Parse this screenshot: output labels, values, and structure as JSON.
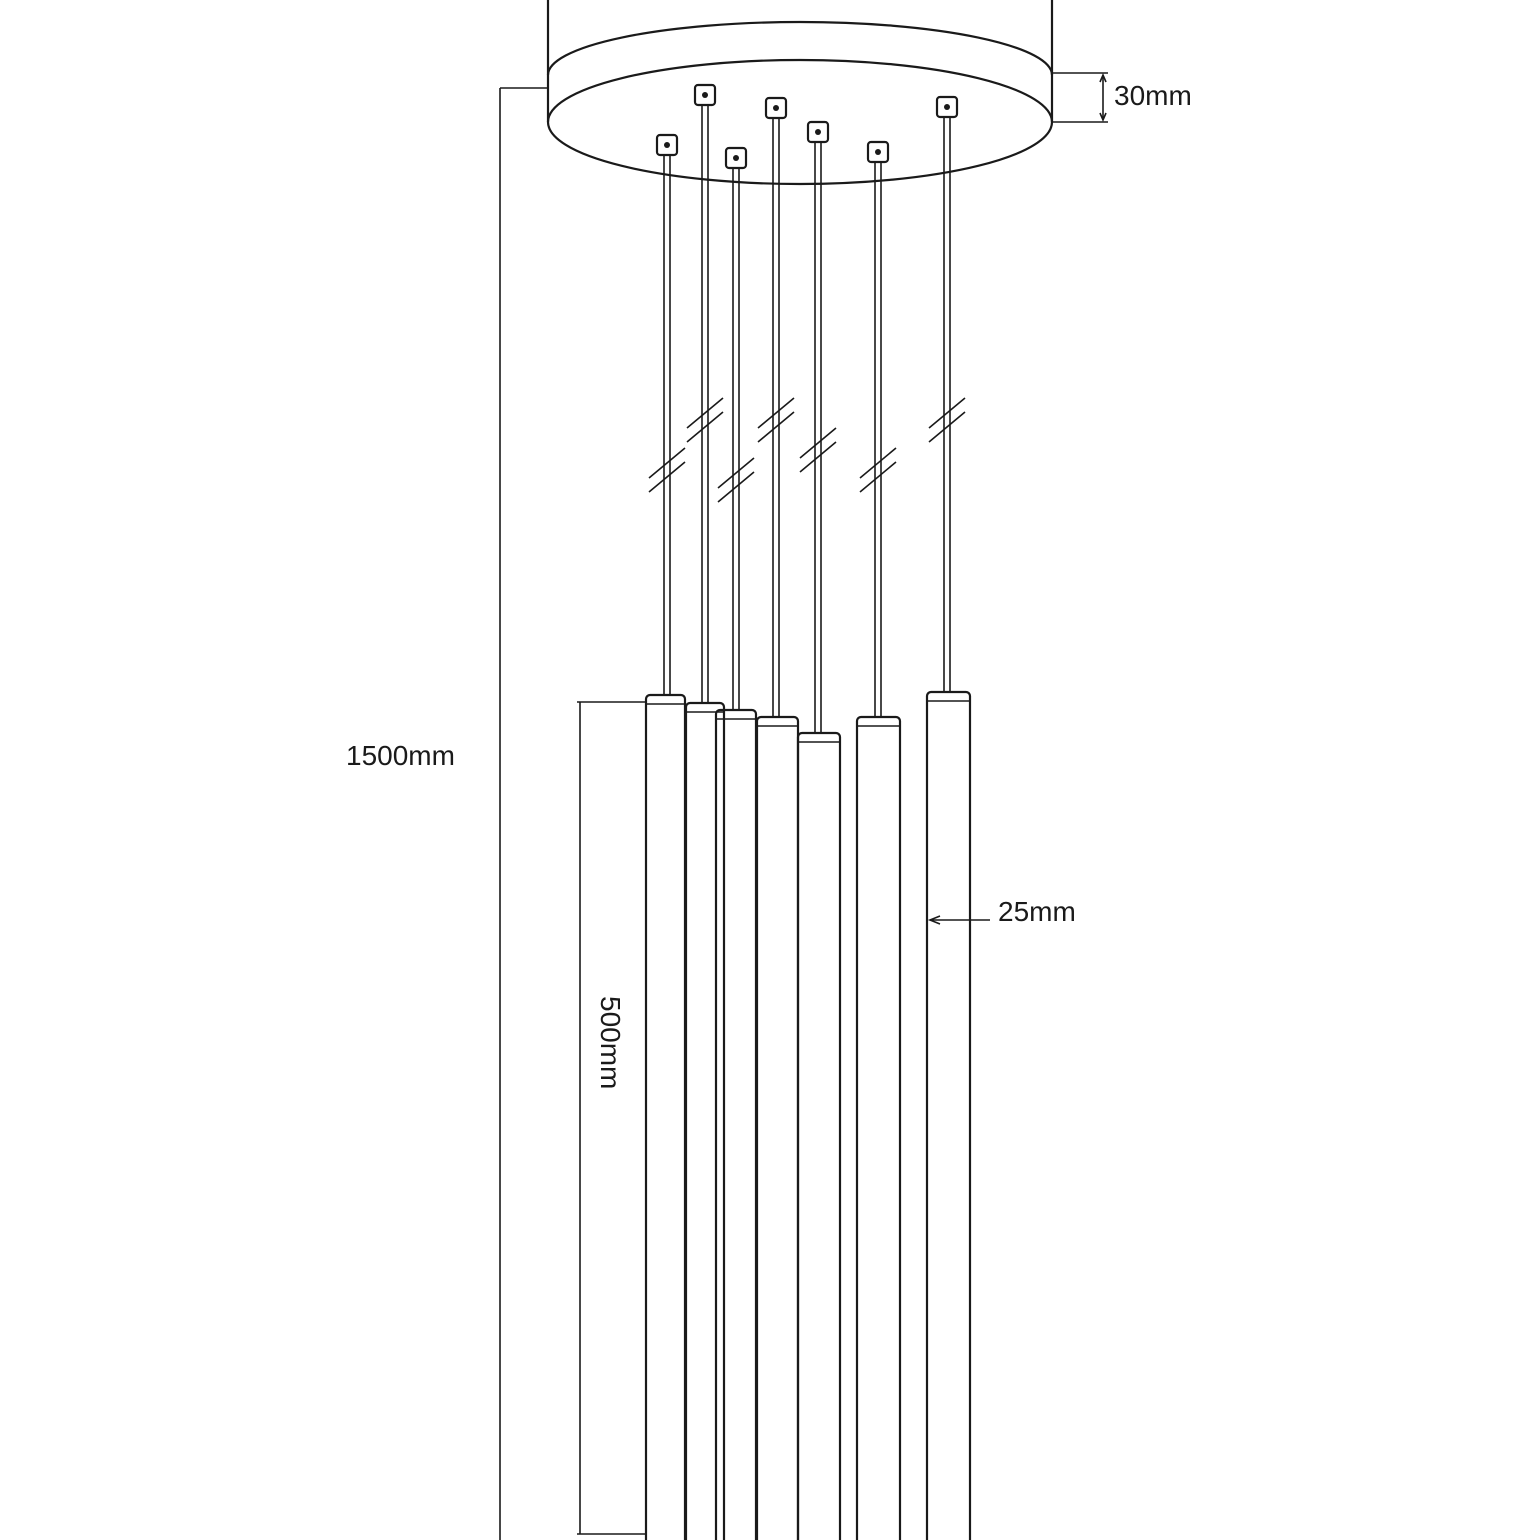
{
  "dimensions": {
    "canopy_height": "30mm",
    "total_drop": "1500mm",
    "tube_length": "500mm",
    "tube_diameter": "25mm"
  },
  "pendant_count": 7,
  "line_color": "#1a1a1a"
}
